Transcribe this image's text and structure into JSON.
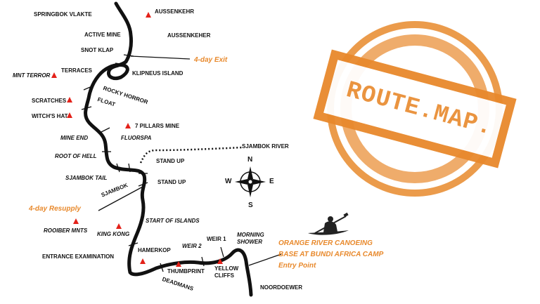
{
  "labels": {
    "springbok_vlakte": "SPRINGBOK VLAKTE",
    "aussenkehr": "AUSSENKEHR",
    "active_mine": "ACTIVE MINE",
    "aussenkeher": "AUSSENKEHER",
    "snot_klap": "SNOT KLAP",
    "four_day_exit": "4-day Exit",
    "terraces": "TERRACES",
    "klipneus_island": "KLIPNEUS ISLAND",
    "mnt_terror": "MNT TERROR",
    "rocky_horror": "ROCKY HORROR",
    "scratches": "SCRATCHES",
    "float": "FLOAT",
    "witchs_hat": "WITCH'S HAT",
    "seven_pillars_mine": "7 PILLARS MINE",
    "mine_end": "MINE END",
    "fluorspa": "FLUORSPA",
    "sjambok_river": "SJAMBOK RIVER",
    "root_of_hell": "ROOT OF HELL",
    "stand_up_1": "STAND UP",
    "sjambok_tail": "SJAMBOK TAIL",
    "stand_up_2": "STAND UP",
    "sjambok": "SJAMBOK",
    "four_day_resupply": "4-day Resupply",
    "start_of_islands": "START OF ISLANDS",
    "rooiber_mnts": "ROOIBER MNTS",
    "king_kong": "KING KONG",
    "morning_shower": "MORNING\nSHOWER",
    "weir_1": "WEIR 1",
    "weir_2": "WEIR 2",
    "hamerkop": "HAMERKOP",
    "entrance_examination": "ENTRANCE EXAMINATION",
    "thumbprint": "THUMBPRINT",
    "yellow_cliffs": "YELLOW\nCLIFFS",
    "deadmans": "DEADMANS",
    "noordoewer": "NOORDOEWER",
    "base_line1": "ORANGE RIVER CANOEING",
    "base_line2": "BASE AT BUNDI AFRICA CAMP",
    "entry_point": "Entry Point"
  },
  "compass": {
    "n": "N",
    "s": "S",
    "e": "E",
    "w": "W"
  },
  "stamp": {
    "text": "ROUTE.MAP."
  },
  "icons": {
    "peak": "mountain-peak-icon",
    "kayak": "kayaker-icon",
    "compass": "compass-rose-icon"
  },
  "colors": {
    "river": "#111111",
    "peak": "#e32119",
    "accent": "#e8892c"
  }
}
